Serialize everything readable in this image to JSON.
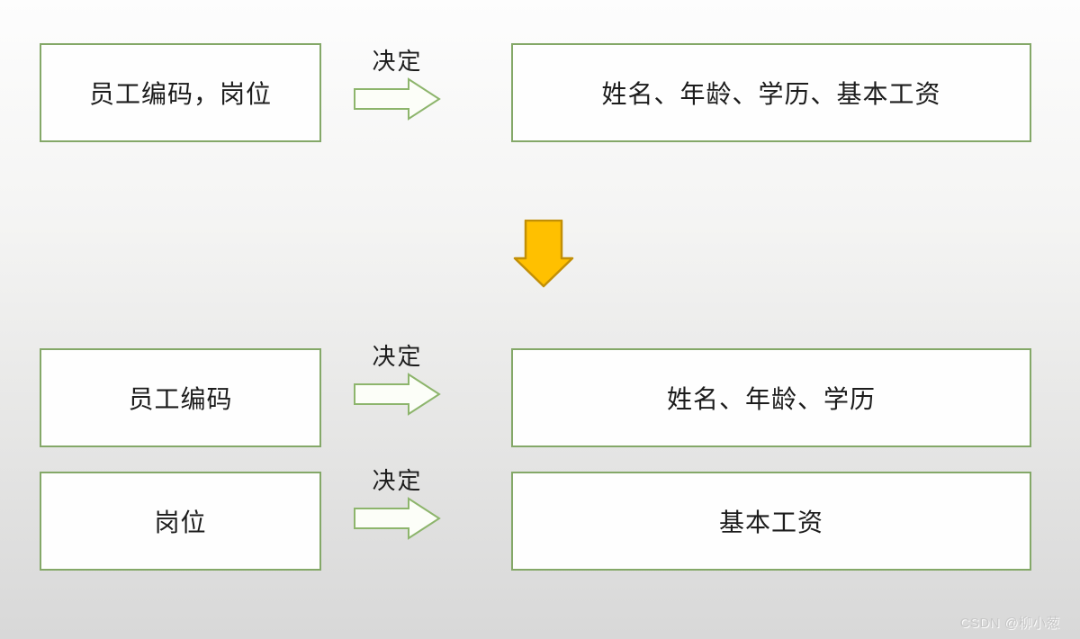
{
  "colors": {
    "box_border": "#84a868",
    "box_fill": "#fefefe",
    "text": "#1c1c1c",
    "right_arrow_fill": "#fcfef8",
    "right_arrow_border": "#8db56c",
    "down_arrow_fill": "#ffc000",
    "down_arrow_border": "#c28f06",
    "background_top": "#fdfdfd",
    "background_bottom": "#d8d8d8"
  },
  "diagram": {
    "row1": {
      "left_box": "员工编码，岗位",
      "arrow_label": "决定",
      "right_box": "姓名、年龄、学历、基本工资"
    },
    "transform_icon": "down-arrow",
    "row2": {
      "left_box": "员工编码",
      "arrow_label": "决定",
      "right_box": "姓名、年龄、学历"
    },
    "row3": {
      "left_box": "岗位",
      "arrow_label": "决定",
      "right_box": "基本工资"
    }
  },
  "watermark": "CSDN @柳小葱"
}
